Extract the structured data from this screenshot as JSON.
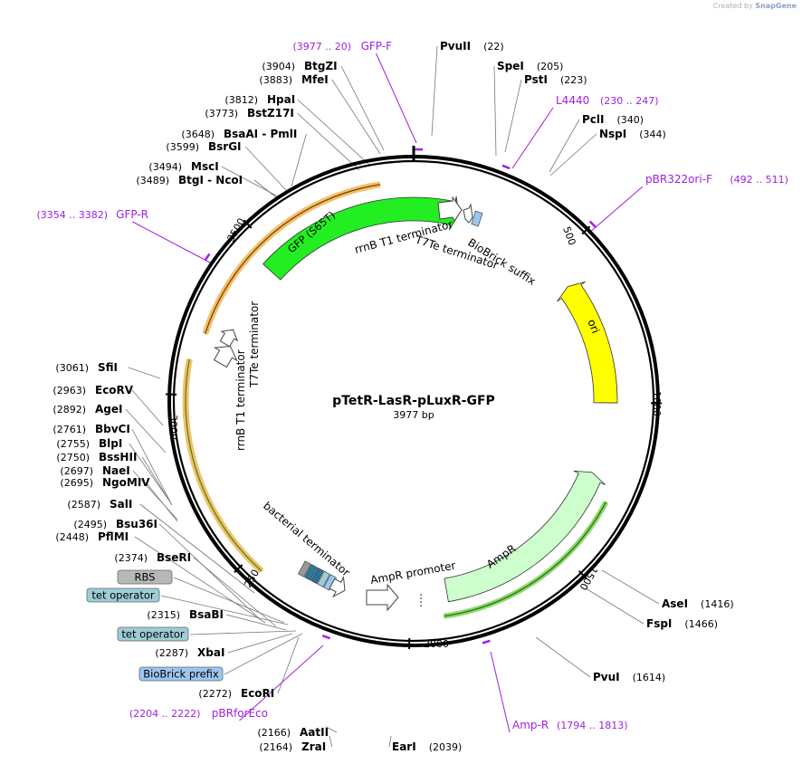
{
  "credit": {
    "prefix": "Created by",
    "brand": "SnapGene"
  },
  "plasmid": {
    "name": "pTetR-LasR-pLuxR-GFP",
    "length_label": "3977 bp",
    "length": 3977
  },
  "ticks": [
    {
      "bp": 500,
      "label": "500"
    },
    {
      "bp": 1000,
      "label": "1000"
    },
    {
      "bp": 1500,
      "label": "1500"
    },
    {
      "bp": 2000,
      "label": "2000"
    },
    {
      "bp": 2500,
      "label": "2500"
    },
    {
      "bp": 3000,
      "label": "3000"
    },
    {
      "bp": 3500,
      "label": "3500"
    }
  ],
  "sites": [
    {
      "name": "PvuII",
      "pos": "(22)",
      "bp": 22
    },
    {
      "name": "SpeI",
      "pos": "(205)",
      "bp": 205
    },
    {
      "name": "PstI",
      "pos": "(223)",
      "bp": 223
    },
    {
      "name": "PclI",
      "pos": "(340)",
      "bp": 340
    },
    {
      "name": "NspI",
      "pos": "(344)",
      "bp": 344
    },
    {
      "name": "AseI",
      "pos": "(1416)",
      "bp": 1416
    },
    {
      "name": "FspI",
      "pos": "(1466)",
      "bp": 1466
    },
    {
      "name": "PvuI",
      "pos": "(1614)",
      "bp": 1614
    },
    {
      "name": "EarI",
      "pos": "(2039)",
      "bp": 2039
    },
    {
      "name": "ZraI",
      "pos": "(2164)",
      "bp": 2164
    },
    {
      "name": "AatII",
      "pos": "(2166)",
      "bp": 2166
    },
    {
      "name": "EcoRI",
      "pos": "(2272)",
      "bp": 2272
    },
    {
      "name": "XbaI",
      "pos": "(2287)",
      "bp": 2287
    },
    {
      "name": "BsaBI",
      "pos": "(2315)",
      "bp": 2315
    },
    {
      "name": "BseRI",
      "pos": "(2374)",
      "bp": 2374
    },
    {
      "name": "PflMI",
      "pos": "(2448)",
      "bp": 2448
    },
    {
      "name": "Bsu36I",
      "pos": "(2495)",
      "bp": 2495
    },
    {
      "name": "SalI",
      "pos": "(2587)",
      "bp": 2587
    },
    {
      "name": "NgoMIV",
      "pos": "(2695)",
      "bp": 2695
    },
    {
      "name": "NaeI",
      "pos": "(2697)",
      "bp": 2697
    },
    {
      "name": "BssHII",
      "pos": "(2750)",
      "bp": 2750
    },
    {
      "name": "BlpI",
      "pos": "(2755)",
      "bp": 2755
    },
    {
      "name": "BbvCI",
      "pos": "(2761)",
      "bp": 2761
    },
    {
      "name": "AgeI",
      "pos": "(2892)",
      "bp": 2892
    },
    {
      "name": "EcoRV",
      "pos": "(2963)",
      "bp": 2963
    },
    {
      "name": "SfiI",
      "pos": "(3061)",
      "bp": 3061
    },
    {
      "name": "BtgI - NcoI",
      "pos": "(3489)",
      "bp": 3489
    },
    {
      "name": "MscI",
      "pos": "(3494)",
      "bp": 3494
    },
    {
      "name": "BsrGI",
      "pos": "(3599)",
      "bp": 3599
    },
    {
      "name": "BsaAI - PmlI",
      "pos": "(3648)",
      "bp": 3648
    },
    {
      "name": "BstZ17I",
      "pos": "(3773)",
      "bp": 3773
    },
    {
      "name": "HpaI",
      "pos": "(3812)",
      "bp": 3812
    },
    {
      "name": "MfeI",
      "pos": "(3883)",
      "bp": 3883
    },
    {
      "name": "BtgZI",
      "pos": "(3904)",
      "bp": 3904
    }
  ],
  "primers": [
    {
      "name": "GFP-F",
      "range": "(3977 .. 20)",
      "bp": 3990
    },
    {
      "name": "L4440",
      "range": "(230 .. 247)",
      "bp": 238
    },
    {
      "name": "pBR322ori-F",
      "range": "(492 .. 511)",
      "bp": 501
    },
    {
      "name": "Amp-R",
      "range": "(1794 .. 1813)",
      "bp": 1803
    },
    {
      "name": "pBRforEco",
      "range": "(2204 .. 2222)",
      "bp": 2213
    },
    {
      "name": "GFP-R",
      "range": "(3354 .. 3382)",
      "bp": 3368
    }
  ],
  "boxed_features": [
    {
      "label": "RBS",
      "kind": "rbs",
      "color": "#b8b8b8"
    },
    {
      "label": "tet operator",
      "kind": "operator",
      "color": "#9dcdd6"
    },
    {
      "label": "tet operator",
      "kind": "operator",
      "color": "#9dcdd6"
    },
    {
      "label": "BioBrick prefix",
      "kind": "biobrick",
      "color": "#9cc6f0"
    }
  ],
  "features": [
    {
      "name": "GFP (S65T)",
      "start": 3450,
      "end": 3960,
      "color": "#22ee22"
    },
    {
      "name": "rrnB T1 terminator",
      "bp": 60
    },
    {
      "name": "T7Te terminator",
      "bp": 135
    },
    {
      "name": "BioBrick suffix",
      "bp": 200,
      "color": "#9cc6f0"
    },
    {
      "name": "ori",
      "start": 590,
      "end": 1000,
      "color": "#ffff00"
    },
    {
      "name": "AmpR",
      "start": 1235,
      "end": 1880,
      "color": "#ccffcc"
    },
    {
      "name": "AmpR promoter",
      "start": 1900,
      "end": 2000
    },
    {
      "name": "bacterial terminator",
      "bp": 2250
    },
    {
      "name": "rrnB T1 terminator",
      "bp": 3175
    },
    {
      "name": "T7Te terminator",
      "bp": 3110
    }
  ],
  "colors": {
    "primer": "#a020e0",
    "orange_highlight": "#f5c06a",
    "green_highlight": "#8fd870",
    "backbone": "#000000"
  }
}
